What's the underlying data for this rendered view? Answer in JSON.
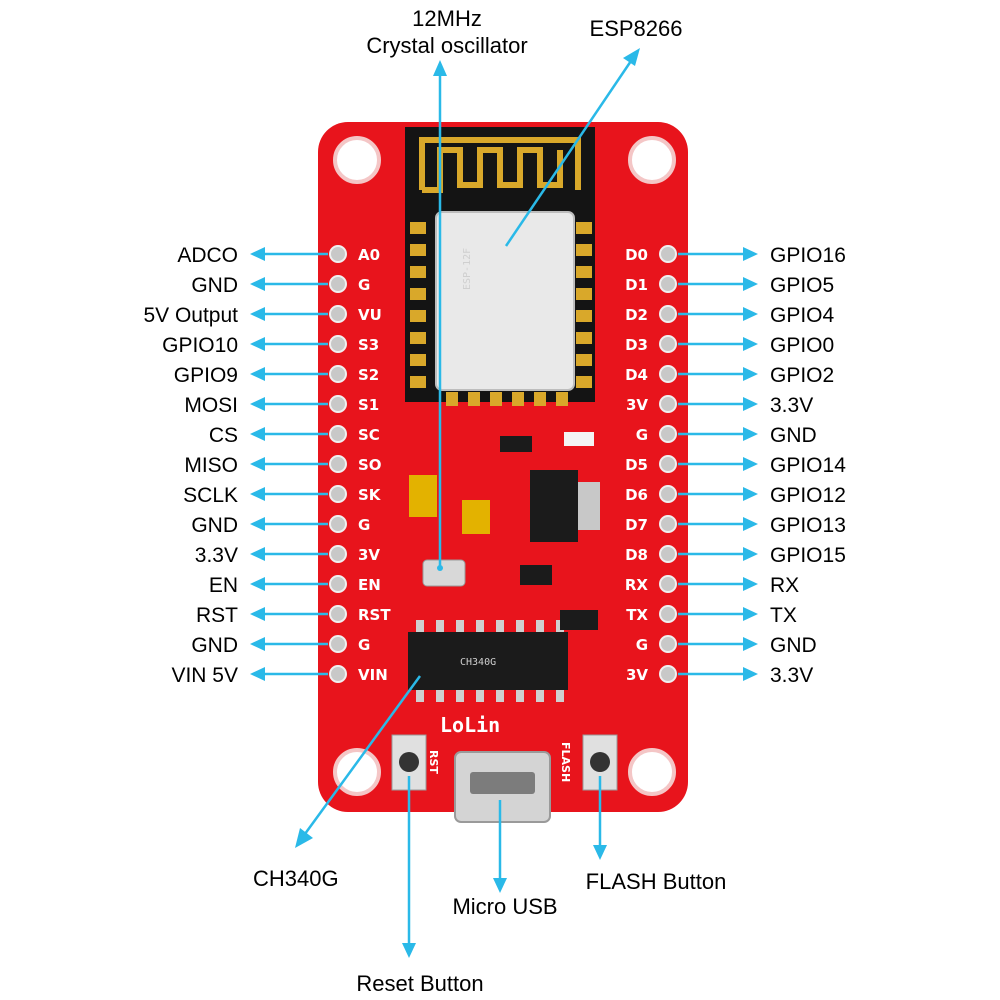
{
  "board": {
    "brand": "LoLin",
    "module_label": "ESP-12F",
    "chip_text": "CH340G",
    "btn_rst": "RST",
    "btn_flash": "FLASH",
    "colors": {
      "pcb": "#e8141c",
      "arrow": "#2ab9e8",
      "chip": "#1b1b1b",
      "gold": "#d9a82a"
    }
  },
  "callouts": {
    "crystal_line1": "12MHz",
    "crystal_line2": "Crystal  oscillator",
    "esp8266": "ESP8266",
    "ch340g": "CH340G",
    "micro_usb": "Micro  USB",
    "flash_button": "FLASH Button",
    "reset_button": "Reset Button"
  },
  "left_pins": [
    {
      "pin": "A0",
      "label": "ADCO"
    },
    {
      "pin": "G",
      "label": "GND"
    },
    {
      "pin": "VU",
      "label": "5V Output"
    },
    {
      "pin": "S3",
      "label": "GPIO10"
    },
    {
      "pin": "S2",
      "label": "GPIO9"
    },
    {
      "pin": "S1",
      "label": "MOSI"
    },
    {
      "pin": "SC",
      "label": "CS"
    },
    {
      "pin": "SO",
      "label": "MISO"
    },
    {
      "pin": "SK",
      "label": "SCLK"
    },
    {
      "pin": "G",
      "label": "GND"
    },
    {
      "pin": "3V",
      "label": "3.3V"
    },
    {
      "pin": "EN",
      "label": "EN"
    },
    {
      "pin": "RST",
      "label": "RST"
    },
    {
      "pin": "G",
      "label": "GND"
    },
    {
      "pin": "VIN",
      "label": "VIN 5V"
    }
  ],
  "right_pins": [
    {
      "pin": "D0",
      "label": "GPIO16"
    },
    {
      "pin": "D1",
      "label": "GPIO5"
    },
    {
      "pin": "D2",
      "label": "GPIO4"
    },
    {
      "pin": "D3",
      "label": "GPIO0"
    },
    {
      "pin": "D4",
      "label": "GPIO2"
    },
    {
      "pin": "3V",
      "label": "3.3V"
    },
    {
      "pin": "G",
      "label": "GND"
    },
    {
      "pin": "D5",
      "label": "GPIO14"
    },
    {
      "pin": "D6",
      "label": "GPIO12"
    },
    {
      "pin": "D7",
      "label": "GPIO13"
    },
    {
      "pin": "D8",
      "label": "GPIO15"
    },
    {
      "pin": "RX",
      "label": "RX"
    },
    {
      "pin": "TX",
      "label": "TX"
    },
    {
      "pin": "G",
      "label": "GND"
    },
    {
      "pin": "3V",
      "label": "3.3V"
    }
  ]
}
